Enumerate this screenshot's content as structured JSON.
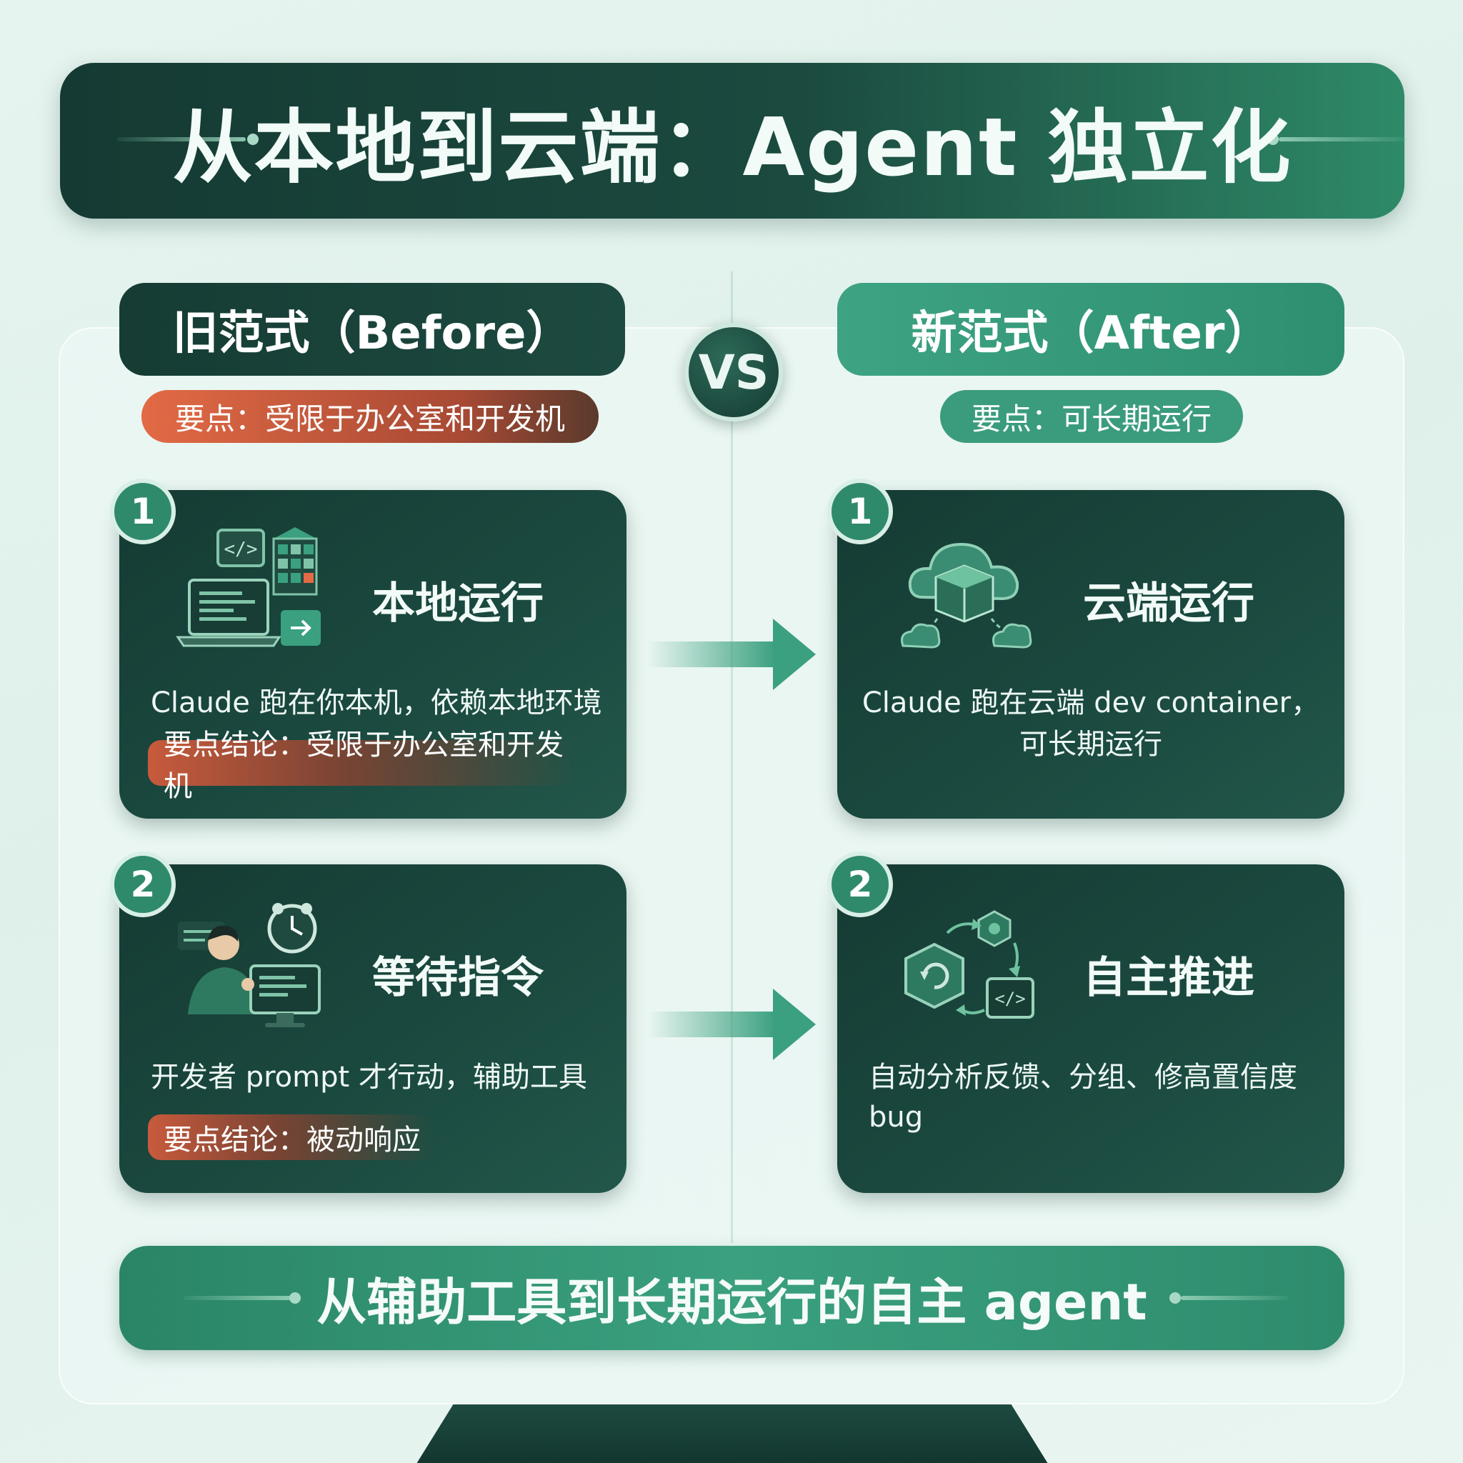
{
  "title": "从本地到云端：Agent 独立化",
  "vs_label": "VS",
  "before": {
    "header": "旧范式（Before）",
    "key_point": "要点：受限于办公室和开发机",
    "cards": [
      {
        "number": "1",
        "title": "本地运行",
        "desc": "Claude 跑在你本机，依赖本地环境",
        "conclusion": "要点结论：受限于办公室和开发机"
      },
      {
        "number": "2",
        "title": "等待指令",
        "desc": "开发者 prompt 才行动，辅助工具",
        "conclusion": "要点结论：被动响应"
      }
    ]
  },
  "after": {
    "header": "新范式（After）",
    "key_point": "要点：可长期运行",
    "cards": [
      {
        "number": "1",
        "title": "云端运行",
        "desc_line1": "Claude 跑在云端 dev container，",
        "desc_line2": "可长期运行"
      },
      {
        "number": "2",
        "title": "自主推进",
        "desc_line1": "自动分析反馈、分组、修高置信度",
        "desc_line2": "bug"
      }
    ]
  },
  "summary": "从辅助工具到长期运行的自主 agent",
  "icons": {
    "before_1": "laptop-code-grid-icon",
    "before_2": "developer-clock-icon",
    "after_1": "cloud-container-icon",
    "after_2": "autonomous-cycle-icon"
  },
  "colors": {
    "dark_green": "#153b33",
    "accent_green": "#3b9c7d",
    "orange": "#e26a45"
  }
}
